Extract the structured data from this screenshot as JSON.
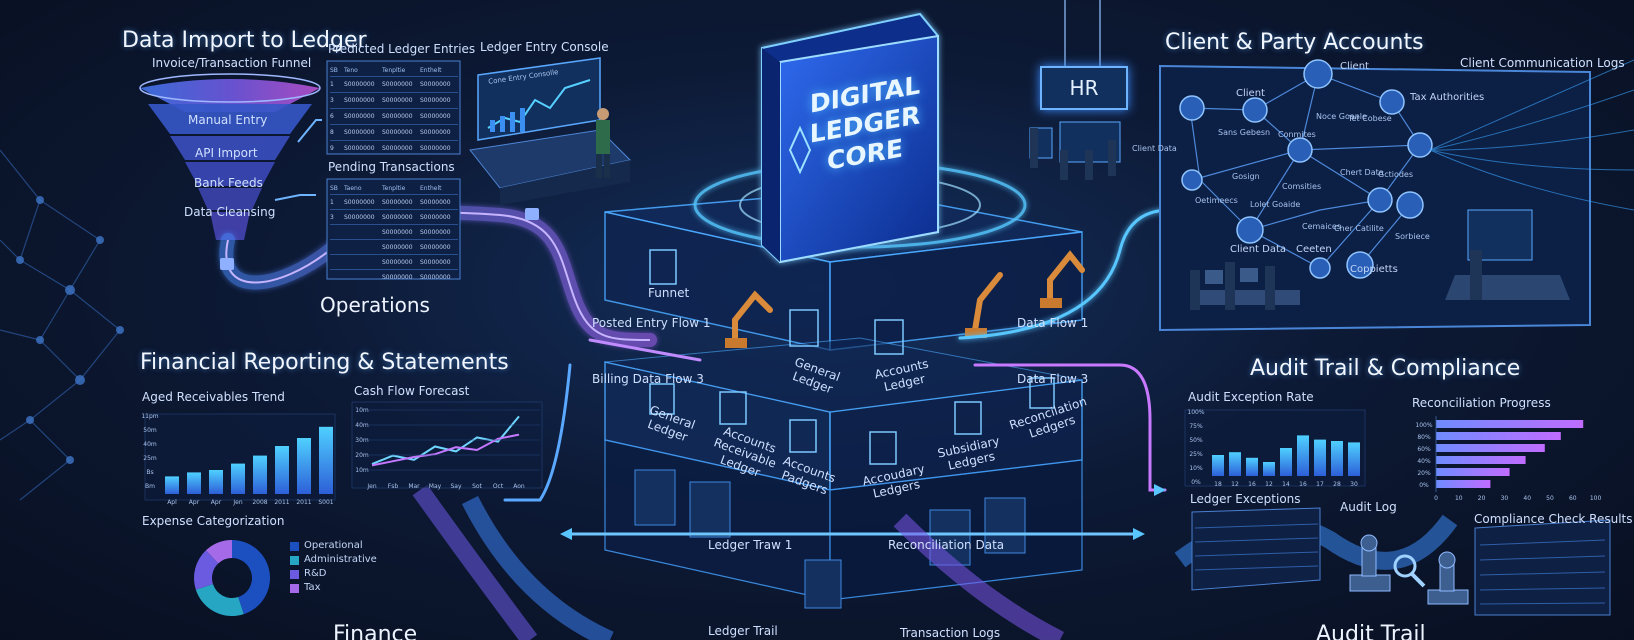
{
  "core": {
    "line1": "DIGITAL",
    "line2": "LEDGER",
    "line3": "CORE"
  },
  "sections": {
    "data_import": "Data Import to Ledger",
    "operations": "Operations",
    "financial_reporting": "Financial Reporting & Statements",
    "finance": "Finance",
    "client_accounts": "Client & Party Accounts",
    "audit_compliance": "Audit Trail & Compliance",
    "audit_trail_bottom": "Audit Trail",
    "hr": "HR"
  },
  "funnel": {
    "title": "Invoice/Transaction Funnel",
    "stages": [
      "Manual Entry",
      "API Import",
      "Bank Feeds",
      "Data Cleansing"
    ]
  },
  "panels": {
    "predicted_entries": "Predicted Ledger Entries",
    "console": "Ledger Entry Console",
    "console_screen": "Cone Entry Consolle",
    "pending": "Pending Transactions"
  },
  "tables": {
    "predicted_header": [
      "SB",
      "Teno",
      "Tenpltie",
      "Enthelt"
    ],
    "predicted_rows": [
      [
        "1",
        "S0000000",
        "S0000000",
        "S0000000"
      ],
      [
        "3",
        "S0000000",
        "S0000000",
        "S0000000"
      ],
      [
        "6",
        "S0000000",
        "S0000000",
        "S0000000"
      ],
      [
        "8",
        "S0000000",
        "S0000000",
        "S0000000"
      ],
      [
        "9",
        "S0000000",
        "S0000000",
        "S0000000"
      ]
    ],
    "pending_header": [
      "SB",
      "Taeno",
      "Tenpltie",
      "Enthelt"
    ],
    "pending_rows": [
      [
        "1",
        "S0000000",
        "S0000000",
        "S0000000"
      ],
      [
        "3",
        "S0000000",
        "S0000000",
        "S0000000"
      ],
      [
        "",
        "",
        "S0000000",
        "S0000000"
      ],
      [
        "",
        "",
        "S0000000",
        "S0000000"
      ],
      [
        "",
        "",
        "S0000000",
        "S0000000"
      ],
      [
        "",
        "",
        "S0000000",
        "S0000000"
      ]
    ]
  },
  "flows": {
    "funnet": "Funnet",
    "posted_entry": "Posted Entry Flow 1",
    "data_flow_1": "Data Flow 1",
    "billing_flow_3": "Billing Data Flow 3",
    "data_flow_3": "Data Flow 3",
    "ledger_traw": "Ledger Traw 1",
    "reconciliation_data": "Reconciliation Data",
    "ledger_trail": "Ledger Trail",
    "transaction_logs": "Transaction Logs"
  },
  "cube_labels": {
    "general_ledger_top": "General Ledger",
    "accounts_ledger": "Accounts Ledger",
    "general_ledger": "General Ledger",
    "accounts_receivable": "Accounts Receivable Ledger",
    "accounts_padgers": "Accounts Padgers",
    "accoudary_ledgers": "Accoudary Ledgers",
    "subsidiary_ledgers": "Subsidiary Ledgers",
    "reconciliation_ledgers": "Reconcilation Ledgers"
  },
  "client_network": {
    "comm_logs": "Client Communication Logs",
    "nodes": [
      "Client",
      "Client",
      "Tax Authorities",
      "Client Data",
      "Sans Gebesn",
      "Conmites",
      "Noce Goanle",
      "Tet Cobese",
      "Gosign",
      "Oetimeecs",
      "Lolet Goaide",
      "Chert Data",
      "Comsities",
      "Gctiodes",
      "Sorbiece",
      "Cemaices",
      "Cher Catilite",
      "Client Data",
      "Ceeten",
      "Coppietts"
    ]
  },
  "finance_charts": {
    "aged_title": "Aged Receivables Trend",
    "aged_categories": [
      "Apl",
      "Apr",
      "Apr",
      "Jen",
      "2008",
      "2011",
      "2011",
      "S001"
    ],
    "aged_values": [
      22,
      27,
      30,
      38,
      48,
      60,
      70,
      84
    ],
    "aged_yticks": [
      "11pm",
      "50m",
      "40m",
      "25m",
      "Bs",
      "Bm"
    ],
    "cash_title": "Cash Flow Forecast",
    "cash_categories": [
      "Jen",
      "Fsb",
      "Mar",
      "May",
      "Say",
      "Sot",
      "Oct",
      "Aon"
    ],
    "cash_series_a": [
      20,
      32,
      26,
      45,
      38,
      58,
      52,
      88
    ],
    "cash_series_b": [
      18,
      24,
      30,
      34,
      44,
      40,
      56,
      62
    ],
    "cash_yticks": [
      "10m",
      "40m",
      "30m",
      "20m",
      "10m"
    ],
    "expense_title": "Expense Categorization",
    "expense_legend": [
      "Operational",
      "Administrative",
      "R&D",
      "Tax"
    ],
    "expense_values": [
      45,
      25,
      18,
      12
    ],
    "expense_colors": [
      "#1c4fbf",
      "#27a6c4",
      "#6a5be0",
      "#a56ae8"
    ]
  },
  "audit_charts": {
    "exception_title": "Audit Exception Rate",
    "exception_categories": [
      "18",
      "12",
      "16",
      "12",
      "14",
      "16",
      "17",
      "28",
      "30"
    ],
    "exception_values": [
      30,
      34,
      26,
      20,
      40,
      58,
      52,
      50,
      48
    ],
    "exception_yticks": [
      "100%",
      "75%",
      "50%",
      "25%",
      "10%",
      "0%"
    ],
    "recon_title": "Reconciliation Progress",
    "recon_values": [
      92,
      78,
      68,
      56,
      46,
      34
    ],
    "recon_xticks": [
      "0",
      "10",
      "20",
      "30",
      "40",
      "50",
      "60",
      "100"
    ],
    "recon_yticks": [
      "100%",
      "80%",
      "60%",
      "40%",
      "20%",
      "0%"
    ],
    "ledger_exceptions": "Ledger Exceptions",
    "audit_log": "Audit Log",
    "compliance": "Compliance Check Results"
  },
  "colors": {
    "accent": "#3fa2ff",
    "glow": "#59c6ff",
    "purple": "#a05cff",
    "bar": "#3a8ff0"
  }
}
